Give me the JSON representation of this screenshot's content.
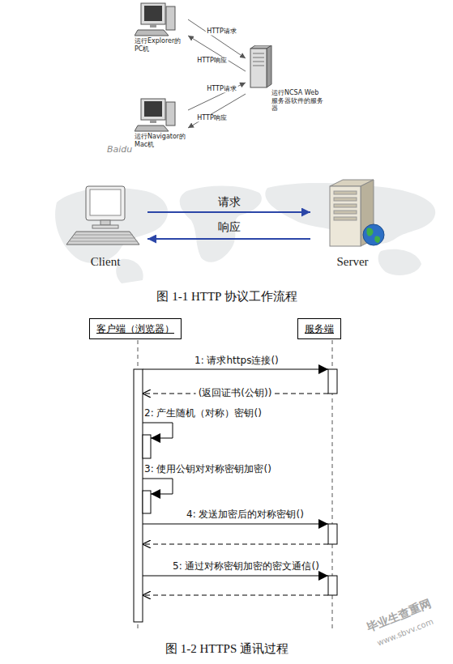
{
  "diagram": {
    "caption": "图 1-2 HTTPS 通讯过程",
    "nodes": [
      {
        "text": [
          "运行Explorer的PC机"
        ]
      },
      {
        "text": [
          "运行NCSA Web服务器软件的服务器"
        ]
      },
      {
        "text": [
          "运行Navigator的Mac机"
        ]
      },
      {
        "text": [
          "Client"
        ]
      },
      {
        "text": [
          "Server"
        ]
      },
      {
        "text": [
          "客户端（浏览器）"
        ]
      },
      {
        "text": [
          "服务端"
        ]
      }
    ],
    "edges": [
      {
        "from": 0,
        "to": 1,
        "arrow": "to",
        "label": "HTTP请求"
      },
      {
        "from": 1,
        "to": 0,
        "arrow": "to",
        "label": "HTTP响应"
      },
      {
        "from": 2,
        "to": 1,
        "arrow": "to",
        "label": "HTTP请求"
      },
      {
        "from": 1,
        "to": 2,
        "arrow": "to",
        "label": "HTTP响应"
      },
      {
        "from": 3,
        "to": 4,
        "arrow": "to",
        "label": "请求"
      },
      {
        "from": 4,
        "to": 3,
        "arrow": "to",
        "label": "响应"
      }
    ],
    "labels": [
      "图 1-1 HTTP 协议工作流程",
      "1: 请求https连接()",
      "(返回证书(公钥))",
      "2: 产生随机（对称）密钥()",
      "3: 使用公钥对对称密钥加密()",
      "4: 发送加密后的对称密钥()",
      "5: 通过对称密钥加密的密文通信()",
      "Baidu",
      "毕业生查重网",
      "www.sbvv.com"
    ]
  }
}
